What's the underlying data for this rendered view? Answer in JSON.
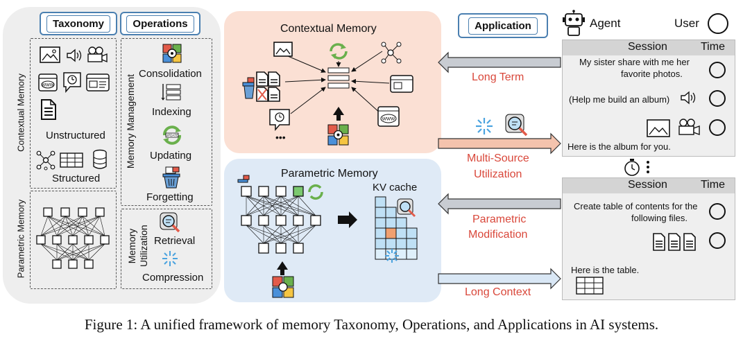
{
  "taxonomy": {
    "title": "Taxonomy",
    "contextual_label": "Contextual Memory",
    "unstructured_label": "Unstructured",
    "structured_label": "Structured",
    "parametric_label": "Parametric Memory"
  },
  "operations": {
    "title": "Operations",
    "management_label": "Memory Management",
    "items": [
      "Consolidation",
      "Indexing",
      "Updating",
      "Forgetting"
    ],
    "utilization_label_1": "Memory",
    "utilization_label_2": "Utilization",
    "util_items": [
      "Retrieval",
      "Compression"
    ]
  },
  "contextual_panel": {
    "title": "Contextual Memory",
    "ellipsis": "•••",
    "update_badge": "UPDATE",
    "www": "WWW",
    "color": "#fbe0d4"
  },
  "parametric_panel": {
    "title": "Parametric Memory",
    "kv_label": "KV cache",
    "color": "#dfeaf6"
  },
  "application": {
    "title": "Application",
    "agent_label": "Agent",
    "user_label": "User",
    "arrows": [
      {
        "label": "Long Term"
      },
      {
        "label_1": "Multi-Source",
        "label_2": "Utilization"
      },
      {
        "label_1": "Parametric",
        "label_2": "Modification"
      },
      {
        "label": "Long Context"
      }
    ],
    "session1": {
      "col1": "Session",
      "col2": "Time",
      "msg1_line1": "My sister share with me her",
      "msg1_line2": "favorite photos.",
      "msg2": "(Help me build an album)",
      "reply": "Here is the album for you."
    },
    "session2": {
      "col1": "Session",
      "col2": "Time",
      "msg1_line1": "Create table of contents for the",
      "msg1_line2": "following files.",
      "reply": "Here is the table."
    }
  },
  "caption": "Figure 1: A unified framework of memory Taxonomy, Operations, and Applications in AI systems.",
  "colors": {
    "accent_red": "#d9473a",
    "tag_blue": "#4a7fb0",
    "left_bg": "#eeeeee"
  }
}
